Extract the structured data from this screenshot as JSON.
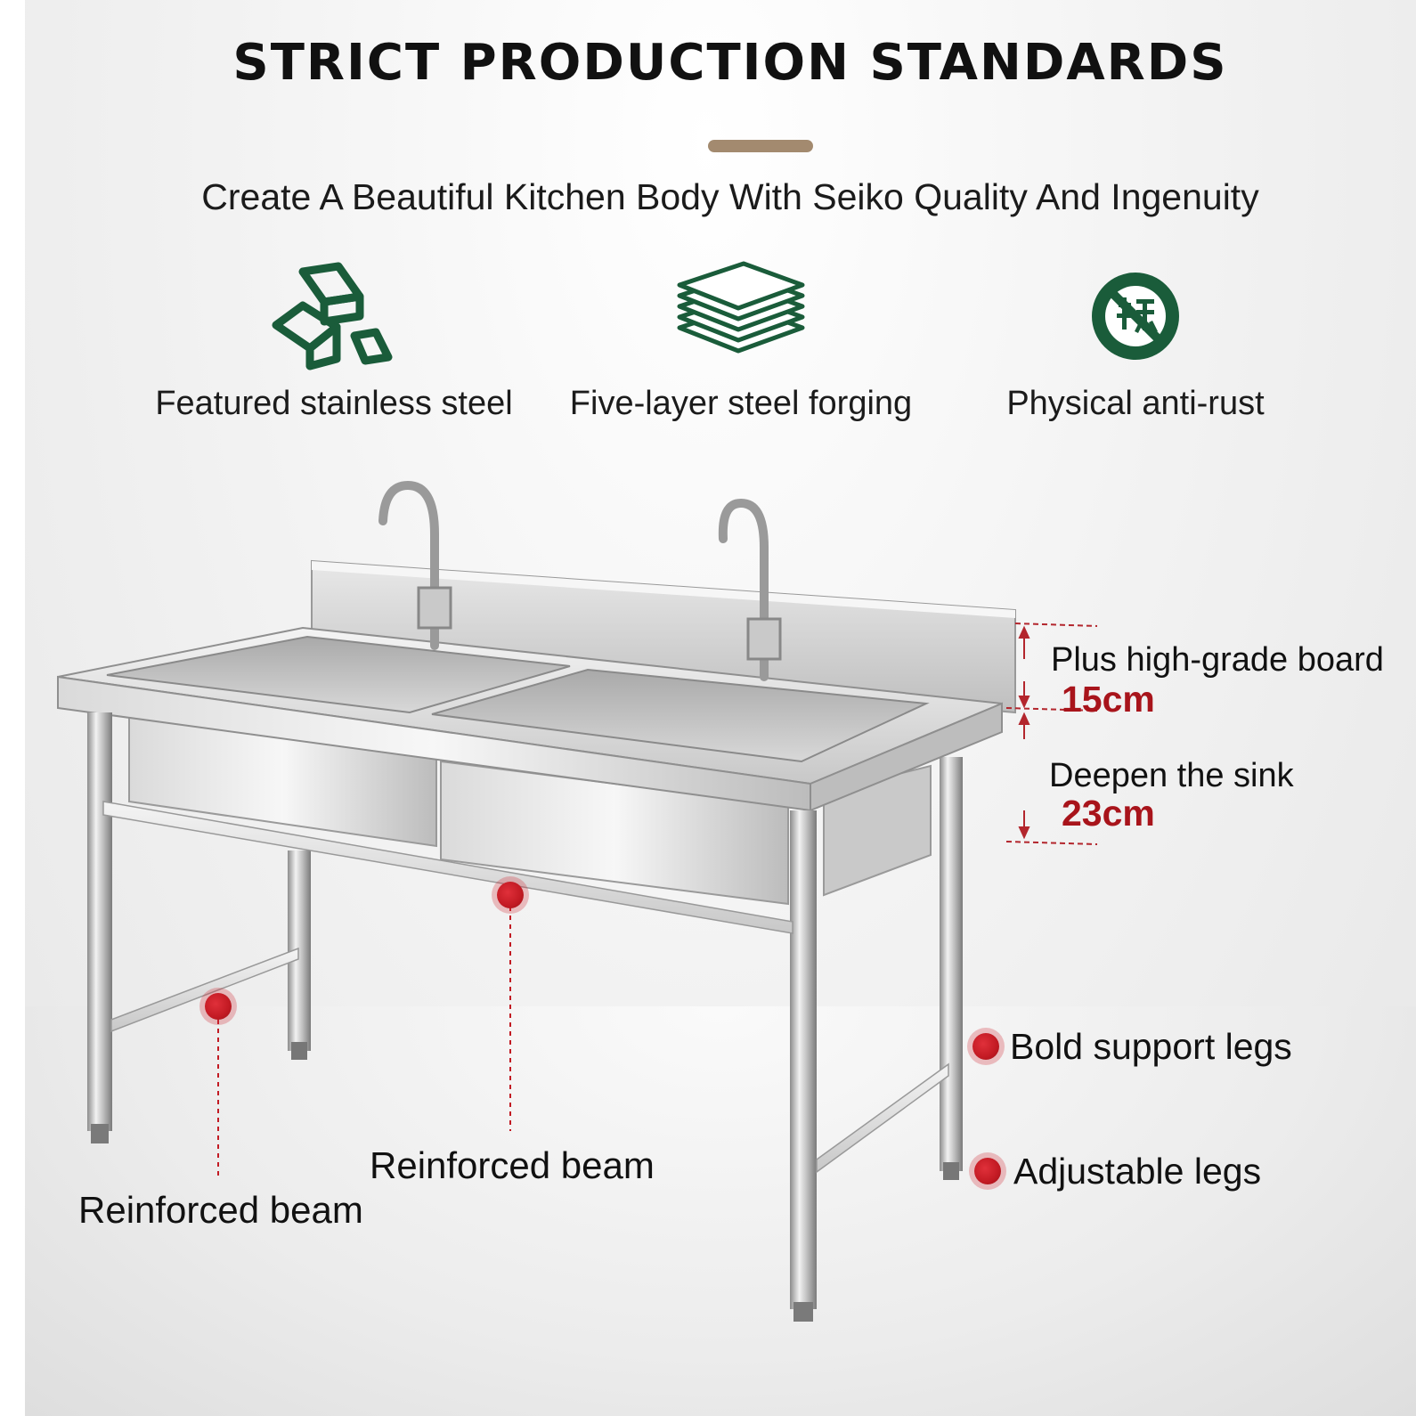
{
  "header": {
    "title": "STRICT PRODUCTION STANDARDS",
    "subtitle": "Create A Beautiful Kitchen Body With Seiko Quality And Ingenuity"
  },
  "features": [
    {
      "icon": "steel-ingots-icon",
      "label": "Featured stainless steel"
    },
    {
      "icon": "stacked-layers-icon",
      "label": "Five-layer steel forging"
    },
    {
      "icon": "no-rust-icon",
      "label": "Physical anti-rust"
    }
  ],
  "annotations": {
    "board_label": "Plus high-grade board",
    "board_size": "15cm",
    "sink_label": "Deepen the sink",
    "sink_size": "23cm",
    "legs_label": "Bold support legs",
    "adjustable_label": "Adjustable legs",
    "beam_center_label": "Reinforced beam",
    "beam_left_label": "Reinforced beam"
  },
  "colors": {
    "icon_green": "#1a5c3a",
    "accent_tan": "#a38a6f",
    "marker_red": "#c21a23",
    "dimension_red": "#a8141b"
  }
}
